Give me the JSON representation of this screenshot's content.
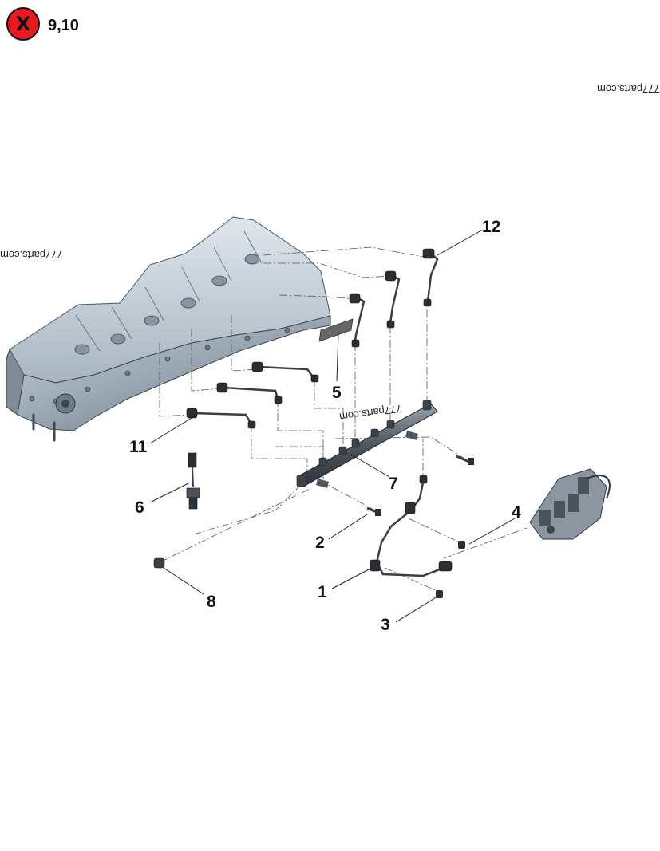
{
  "header": {
    "badge_glyph": "X",
    "badge_label": "9,10",
    "badge_color": "#e8191f"
  },
  "watermarks": [
    "777parts.com",
    "777parts.com",
    "777parts.com"
  ],
  "callouts": [
    "12",
    "5",
    "11",
    "7",
    "6",
    "4",
    "2",
    "1",
    "8",
    "3"
  ],
  "icons": {
    "badge": "remove-x-icon"
  }
}
